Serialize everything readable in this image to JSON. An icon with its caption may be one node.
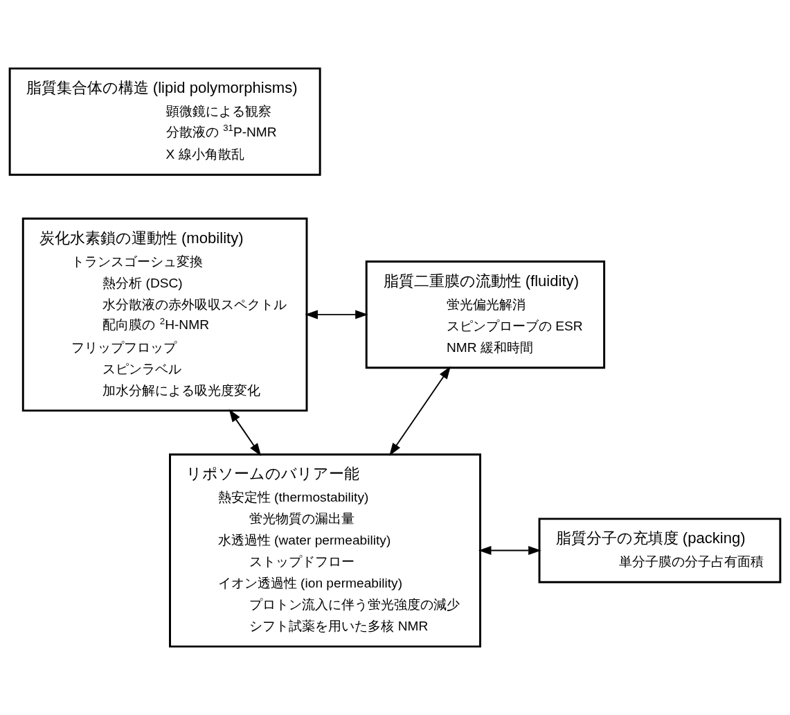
{
  "diagram": {
    "nodes": [
      {
        "text": [
          "脂質集合体の構造 (lipid polymorphisms)",
          "顕微鏡による観察",
          "分散液の $^{31}$P-NMR",
          "X 線小角散乱"
        ]
      },
      {
        "text": [
          "炭化水素鎖の運動性 (mobility)",
          "トランスゴーシュ変換",
          "熱分析 (DSC)",
          "水分散液の赤外吸収スペクトル",
          "配向膜の $^{2}$H-NMR",
          "フリップフロップ",
          "スピンラベル",
          "加水分解による吸光度変化"
        ]
      },
      {
        "text": [
          "脂質二重膜の流動性 (fluidity)",
          "蛍光偏光解消",
          "スピンプローブの ESR",
          "NMR 緩和時間"
        ]
      },
      {
        "text": [
          "リポソームのバリアー能",
          "熱安定性 (thermostability)",
          "蛍光物質の漏出量",
          "水透過性 (water permeability)",
          "ストップドフロー",
          "イオン透過性 (ion permeability)",
          "プロトン流入に伴う蛍光強度の減少",
          "シフト試薬を用いた多核 NMR"
        ]
      },
      {
        "text": [
          "脂質分子の充填度 (packing)",
          "単分子膜の分子占有面積"
        ]
      }
    ],
    "edges": [
      {
        "from": 1,
        "to": 2,
        "arrow": "both"
      },
      {
        "from": 1,
        "to": 3,
        "arrow": "both"
      },
      {
        "from": 2,
        "to": 3,
        "arrow": "both"
      },
      {
        "from": 4,
        "to": 3,
        "arrow": "both"
      }
    ]
  }
}
